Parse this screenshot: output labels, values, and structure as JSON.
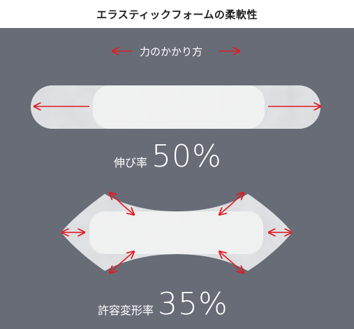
{
  "title": "エラスティックフォームの柔軟性",
  "force_label": "力のかかり方",
  "stretch": {
    "label": "伸び率",
    "value": "50%"
  },
  "deform": {
    "label": "許容変形率",
    "value": "35%"
  },
  "colors": {
    "background": "#676c76",
    "arrow": "#e01c24",
    "foam": "#efefef",
    "foam_outline": "#d9dbde",
    "text": "#ffffff",
    "title_text": "#1e1e1e"
  },
  "icons": [
    "double-arrow-icon"
  ]
}
